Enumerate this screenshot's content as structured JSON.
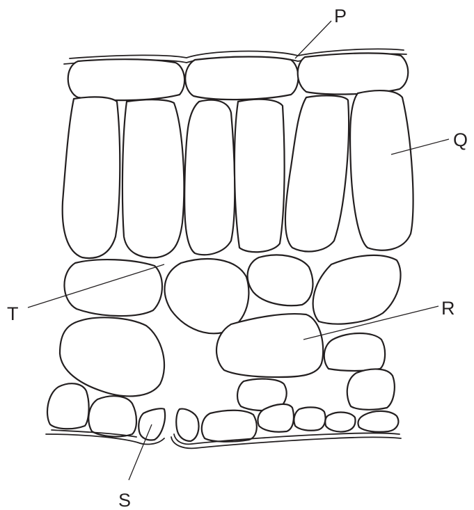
{
  "labels": {
    "p": "P",
    "q": "Q",
    "r": "R",
    "s": "S",
    "t": "T"
  },
  "colors": {
    "line": "#231f20",
    "background": "#ffffff"
  }
}
